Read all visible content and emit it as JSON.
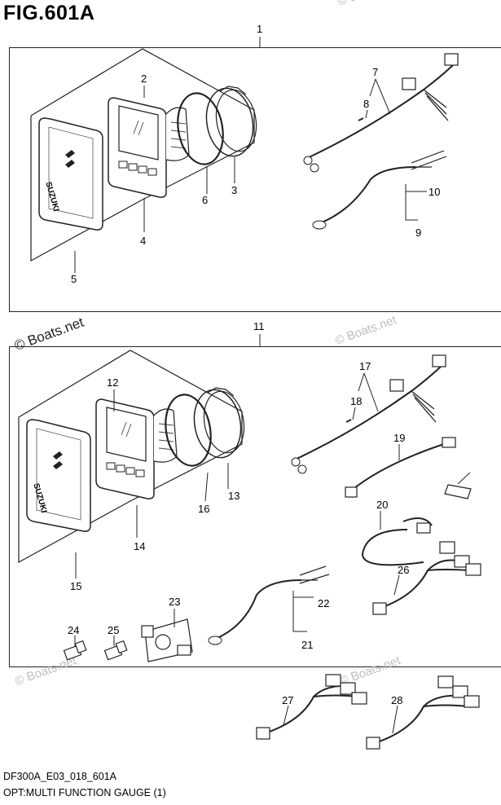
{
  "figure": {
    "title": "FIG.601A",
    "code": "DF300A_E03_018_601A",
    "name": "OPT:MULTI FUNCTION GAUGE (1)"
  },
  "watermark": {
    "text": "© Boats.net"
  },
  "callouts": {
    "c1": "1",
    "c2": "2",
    "c3": "3",
    "c4": "4",
    "c5": "5",
    "c6": "6",
    "c7": "7",
    "c8": "8",
    "c9": "9",
    "c10": "10",
    "c11": "11",
    "c12": "12",
    "c13": "13",
    "c14": "14",
    "c15": "15",
    "c16": "16",
    "c17": "17",
    "c18": "18",
    "c19": "19",
    "c20": "20",
    "c21": "21",
    "c22": "22",
    "c23": "23",
    "c24": "24",
    "c25": "25",
    "c26": "26",
    "c27": "27",
    "c28": "28"
  },
  "brand_logo": "SUZUKI"
}
